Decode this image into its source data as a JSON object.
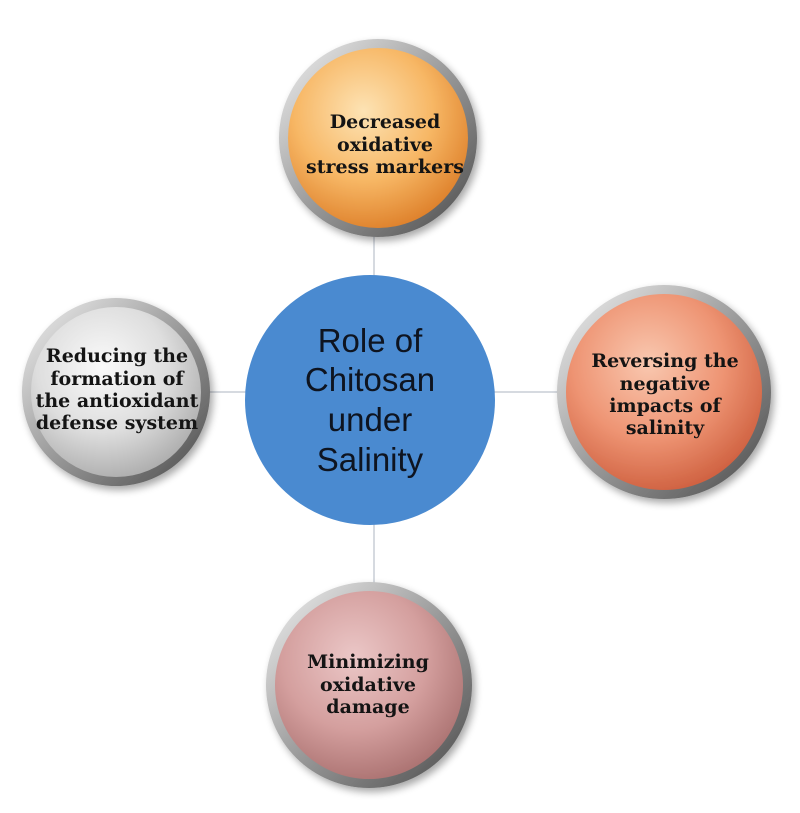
{
  "center": {
    "label": "Role of\nChitosan\nunder\nSalinity",
    "color": "#4a8ad0"
  },
  "nodes": {
    "top": {
      "label": "Decreased\noxidative\nstress markers",
      "colors": [
        "#fde3b4",
        "#f7b765",
        "#dc7c26"
      ]
    },
    "left": {
      "label": "Reducing the\nformation of\nthe antioxidant\ndefense system",
      "colors": [
        "#fafafa",
        "#dedede",
        "#a9a9a9"
      ]
    },
    "right": {
      "label": "Reversing the\nnegative\nimpacts of\nsalinity",
      "colors": [
        "#f9c8b0",
        "#ee9473",
        "#cc5c3c"
      ]
    },
    "bottom": {
      "label": "Minimizing\noxidative\ndamage",
      "colors": [
        "#ebc7c7",
        "#d49f9e",
        "#a86f6e"
      ]
    }
  }
}
